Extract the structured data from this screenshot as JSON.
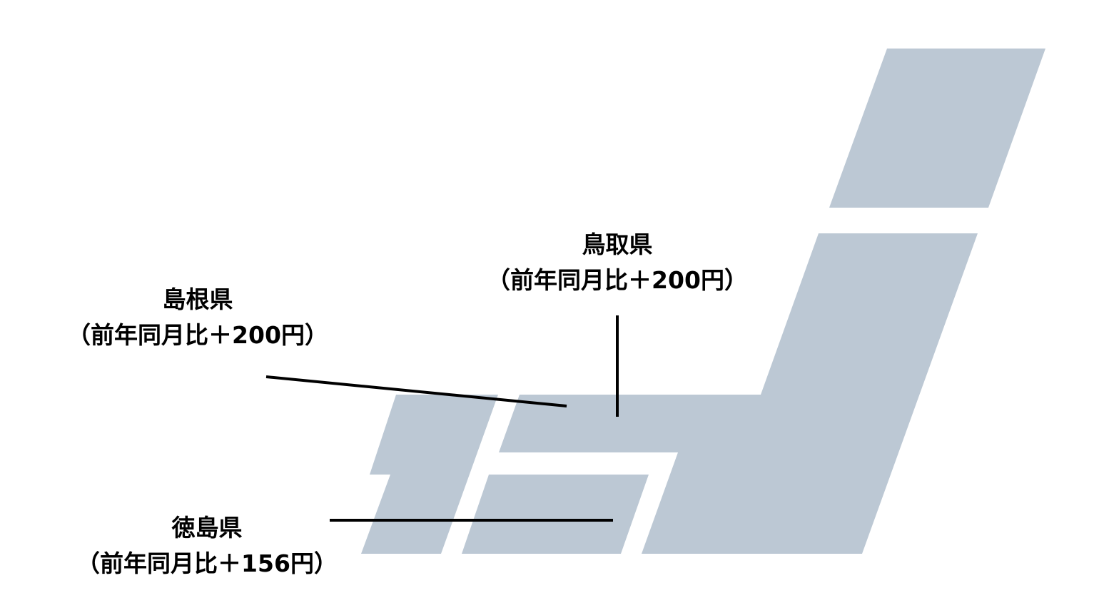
{
  "colors": {
    "land": "#BCC8D4",
    "leader": "#000000"
  },
  "labels": [
    {
      "id": "tottori",
      "name": "鳥取県",
      "detail": "（前年同月比＋200円）"
    },
    {
      "id": "shimane",
      "name": "島根県",
      "detail": "（前年同月比＋200円）"
    },
    {
      "id": "tokushima",
      "name": "徳島県",
      "detail": "（前年同月比＋156円）"
    }
  ]
}
